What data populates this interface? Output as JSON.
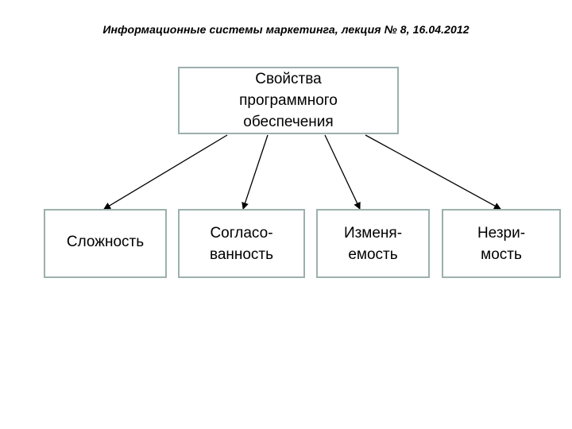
{
  "header": {
    "title": "Информационные системы маркетинга, лекция № 8, 16.04.2012"
  },
  "diagram": {
    "root": {
      "label": "Свойства\nпрограммного\nобеспечения"
    },
    "children": [
      {
        "label": "Сложность"
      },
      {
        "label": "Согласо-\nванность"
      },
      {
        "label": "Изменя-\nемость"
      },
      {
        "label": "Незри-\nмость"
      }
    ]
  },
  "colors": {
    "box_border": "#9db0ad",
    "arrow": "#000000"
  }
}
